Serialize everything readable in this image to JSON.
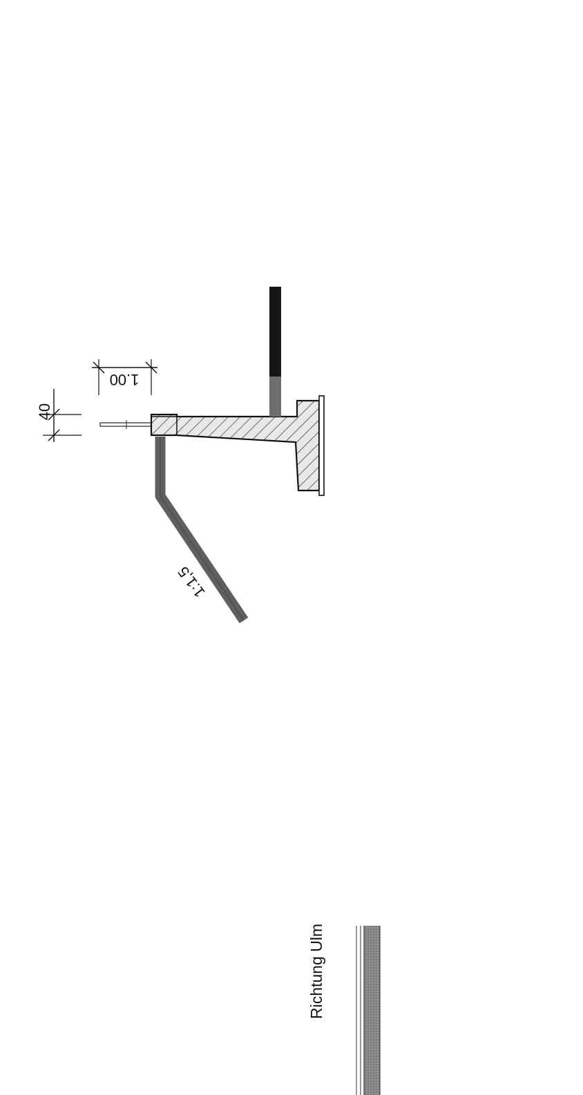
{
  "drawing": {
    "dimension_top": "40",
    "dimension_width": "1.00",
    "slope_label": "1:1,5",
    "direction_label": "Richtung Ulm"
  },
  "colors": {
    "ink": "#111111",
    "steel": "#5f5f5f",
    "concrete_fill": "#e6e6e6",
    "road_dark": "#161616",
    "rail_grey": "#8c8c8c"
  }
}
